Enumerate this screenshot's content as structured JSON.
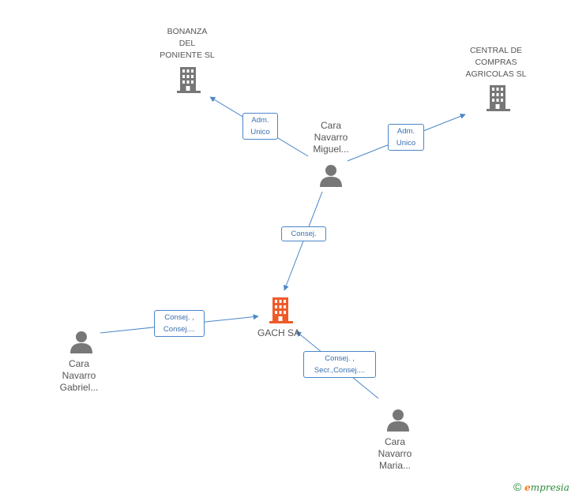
{
  "colors": {
    "edge": "#4a86c8",
    "company_icon": "#777777",
    "focus_company_icon": "#f05a28",
    "person_icon": "#777777",
    "brand_green": "#2a8a3a",
    "brand_orange": "#f07a1a"
  },
  "nodes": {
    "bonanza": {
      "lines": [
        "BONANZA",
        "DEL",
        "PONIENTE SL"
      ],
      "icon": "building-icon"
    },
    "central": {
      "lines": [
        "CENTRAL DE",
        "COMPRAS",
        "AGRICOLAS SL"
      ],
      "icon": "building-icon"
    },
    "miguel": {
      "lines": [
        "Cara",
        "Navarro",
        "Miguel..."
      ],
      "icon": "person-icon"
    },
    "gach": {
      "lines": [
        "GACH SA"
      ],
      "icon": "building-icon"
    },
    "gabriel": {
      "lines": [
        "Cara",
        "Navarro",
        "Gabriel..."
      ],
      "icon": "person-icon"
    },
    "maria": {
      "lines": [
        "Cara",
        "Navarro",
        "Maria..."
      ],
      "icon": "person-icon"
    }
  },
  "edges": {
    "miguel_bonanza": {
      "lines": [
        "Adm.",
        "Unico"
      ]
    },
    "miguel_central": {
      "lines": [
        "Adm.",
        "Unico"
      ]
    },
    "miguel_gach": {
      "lines": [
        "Consej."
      ]
    },
    "gabriel_gach": {
      "lines": [
        "Consej. ,",
        "Consej...."
      ]
    },
    "maria_gach": {
      "lines": [
        "Consej. ,",
        "Secr.,Consej...."
      ]
    }
  },
  "footer": {
    "copyright": "©",
    "brand_initial": "e",
    "brand_rest": "mpresia"
  }
}
